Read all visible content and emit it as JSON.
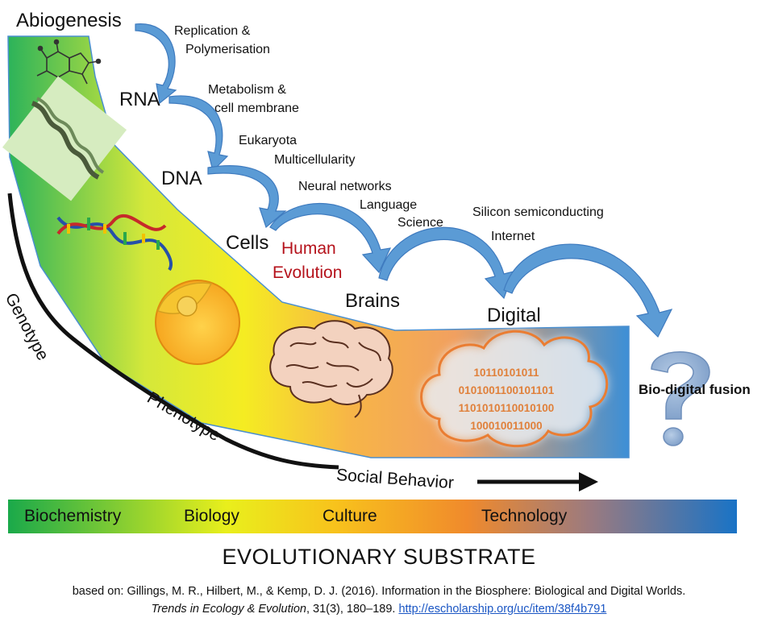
{
  "stages": {
    "abiogenesis": "Abiogenesis",
    "rna": "RNA",
    "dna": "DNA",
    "cells": "Cells",
    "brains": "Brains",
    "digital": "Digital",
    "fusion": "Bio-digital fusion"
  },
  "transitions": {
    "replication": "Replication &",
    "polymerisation": "Polymerisation",
    "metabolism": "Metabolism &",
    "membrane": "cell membrane",
    "eukaryota": "Eukaryota",
    "multicellularity": "Multicellularity",
    "neural": "Neural networks",
    "language": "Language",
    "science": "Science",
    "silicon": "Silicon semiconducting",
    "internet": "Internet"
  },
  "human_evolution": {
    "line1": "Human",
    "line2": "Evolution"
  },
  "curve_labels": {
    "genotype": "Genotype",
    "phenotype": "Phenotype",
    "social": "Social Behavior"
  },
  "binary": [
    "10110101011",
    "0101001100101101",
    "1101010110010100",
    "100010011000"
  ],
  "question_mark": "?",
  "substrate_bar": {
    "labels": [
      "Biochemistry",
      "Biology",
      "Culture",
      "Technology"
    ],
    "title": "EVOLUTIONARY SUBSTRATE"
  },
  "citation": {
    "line1": "based on: Gillings, M. R., Hilbert, M., & Kemp, D. J. (2016). Information in the Biosphere: Biological and Digital Worlds.",
    "journal": "Trends in Ecology & Evolution",
    "details": ", 31(3), 180–189. ",
    "url": "http://escholarship.org/uc/item/38f4b791"
  },
  "colors": {
    "green": "#1aa94a",
    "yellow": "#f2ee1a",
    "orange": "#f08a2c",
    "blue": "#1a73c8",
    "arrow_blue": "#5b9bd5",
    "red_text": "#b5121b"
  }
}
